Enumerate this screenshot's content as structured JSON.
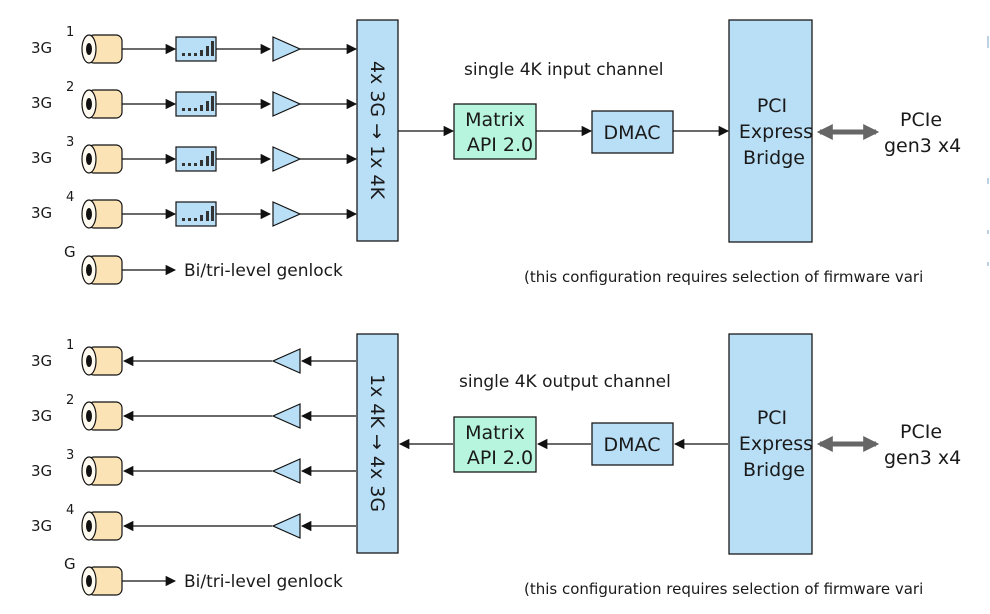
{
  "input_section": {
    "title": "single 4K input channel",
    "channels": [
      {
        "type": "3G",
        "number": "1"
      },
      {
        "type": "3G",
        "number": "2"
      },
      {
        "type": "3G",
        "number": "3"
      },
      {
        "type": "3G",
        "number": "4"
      }
    ],
    "genlock": {
      "type": "G",
      "label": "Bi/tri-level genlock"
    },
    "converter_label": "4x 3G → 1x 4K",
    "matrix_line1": "Matrix",
    "matrix_line2": "API 2.0",
    "dmac_label": "DMAC",
    "bridge_line1": "PCI",
    "bridge_line2": "Express",
    "bridge_line3": "Bridge",
    "pcie_line1": "PCIe",
    "pcie_line2": "gen3 x4",
    "note": "(this configuration requires selection of firmware vari"
  },
  "output_section": {
    "title": "single 4K output channel",
    "channels": [
      {
        "type": "3G",
        "number": "1"
      },
      {
        "type": "3G",
        "number": "2"
      },
      {
        "type": "3G",
        "number": "3"
      },
      {
        "type": "3G",
        "number": "4"
      }
    ],
    "genlock": {
      "type": "G",
      "label": "Bi/tri-level genlock"
    },
    "converter_label": "1x 4K → 4x 3G",
    "matrix_line1": "Matrix",
    "matrix_line2": "API 2.0",
    "dmac_label": "DMAC",
    "bridge_line1": "PCI",
    "bridge_line2": "Express",
    "bridge_line3": "Bridge",
    "pcie_line1": "PCIe",
    "pcie_line2": "gen3 x4",
    "note": "(this configuration requires selection of firmware vari"
  },
  "colors": {
    "block_blue": "#b9dff7",
    "block_green": "#b7f5de",
    "connector": "#fbe3b6",
    "bus_arrow": "#666666"
  }
}
